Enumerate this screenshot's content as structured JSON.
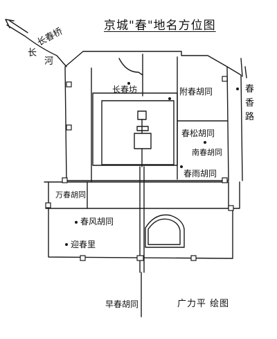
{
  "title": "京城\"春\"地名方位图",
  "labels": {
    "changchun_bridge": "长春桥",
    "chang_river": "长",
    "he_river": "河",
    "changchun_fang": "长春坊",
    "fuchun_hutong": "附春胡同",
    "chunxiang_road_a": "春",
    "chunxiang_road_b": "香",
    "chunxiang_road_c": "路",
    "chunsong_hutong": "春松胡同",
    "nanchun_hutong": "南春胡同",
    "chunyu_hutong": "春雨胡同",
    "wanchun_hutong": "万春胡同",
    "chunfeng_hutong": "春风胡同",
    "yingchun_li": "迎春里",
    "zaochun_hutong": "早春胡同",
    "credit": "广力平 绘图"
  }
}
